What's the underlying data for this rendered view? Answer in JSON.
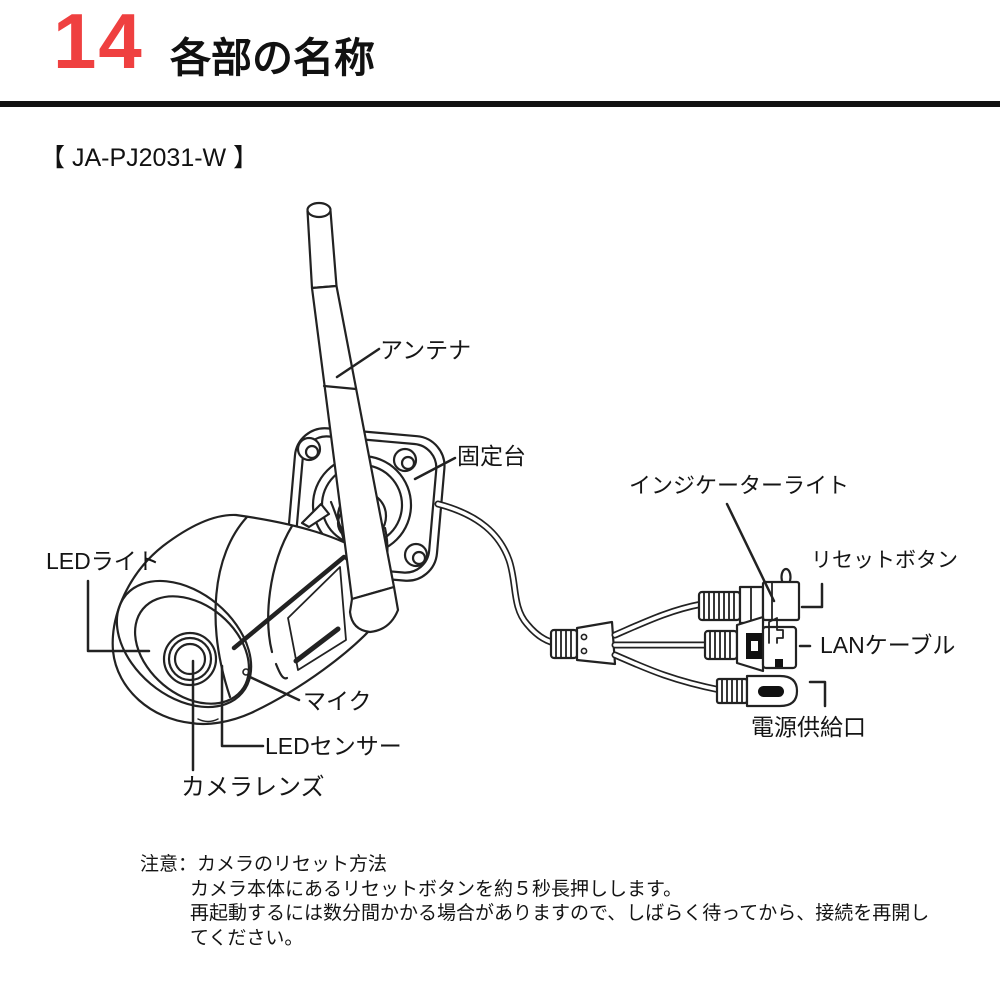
{
  "header": {
    "section_number": "14",
    "title": "各部の名称",
    "accent_color": "#ef4040"
  },
  "model_label": "【 JA-PJ2031-W 】",
  "diagram": {
    "labels": {
      "antenna": "アンテナ",
      "mount_base": "固定台",
      "indicator_light": "インジケーターライト",
      "reset_button": "リセットボタン",
      "lan_cable": "LANケーブル",
      "power_port": "電源供給口",
      "led_light": "LEDライト",
      "microphone": "マイク",
      "led_sensor": "LEDセンサー",
      "camera_lens": "カメラレンズ"
    }
  },
  "note": {
    "prefix": "注意：",
    "title": "カメラのリセット方法",
    "lines": [
      "カメラ本体にあるリセットボタンを約５秒長押しします。",
      "再起動するには数分間かかる場合がありますので、しばらく待ってから、接続を再開し",
      "てください。"
    ]
  }
}
